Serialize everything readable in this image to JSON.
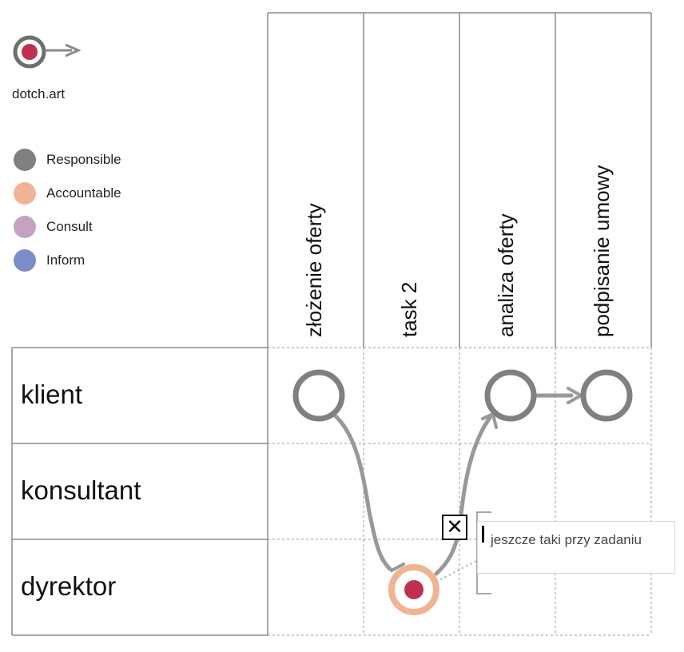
{
  "app": {
    "logo_text": "dotch.art",
    "logo_icon": "target-arrow-icon"
  },
  "legend": [
    {
      "label": "Responsible",
      "color": "#808080"
    },
    {
      "label": "Accountable",
      "color": "#f1b394"
    },
    {
      "label": "Consult",
      "color": "#c3a2c2"
    },
    {
      "label": "Inform",
      "color": "#7b8ec7"
    }
  ],
  "tasks": [
    "złożenie oferty",
    "task 2",
    "analiza oferty",
    "podpisanie umowy"
  ],
  "roles": [
    "klient",
    "konsultant",
    "dyrektor"
  ],
  "assignments": [
    {
      "role": "klient",
      "task": "złożenie oferty",
      "type": "Responsible"
    },
    {
      "role": "klient",
      "task": "analiza oferty",
      "type": "Responsible"
    },
    {
      "role": "klient",
      "task": "podpisanie umowy",
      "type": "Responsible"
    },
    {
      "role": "dyrektor",
      "task": "task 2",
      "type": "Accountable",
      "has_note": true
    }
  ],
  "flows": [
    {
      "from": "klient / złożenie oferty",
      "to": "dyrektor / task 2"
    },
    {
      "from": "dyrektor / task 2",
      "to": "klient / analiza oferty"
    },
    {
      "from": "klient / analiza oferty",
      "to": "klient / podpisanie umowy"
    }
  ],
  "note": {
    "text": "jeszcze taki przy zadaniu",
    "close_icon": "close-icon"
  },
  "colors": {
    "grid": "#8c8c8c",
    "grid_dashed": "#9a9a9a",
    "responsible": "#808080",
    "accountable": "#f1b394",
    "dot": "#c0304f",
    "flow": "#999999"
  }
}
